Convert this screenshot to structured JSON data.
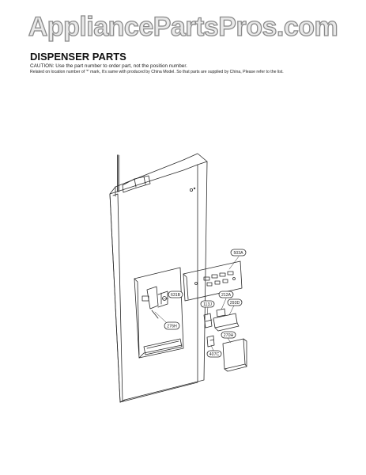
{
  "watermark": "AppliancePartsPros.com",
  "header": {
    "title": "DISPENSER PARTS",
    "caution": "CAUTION: Use the part number to order part, not the position number.",
    "note": "Related on location number of '*' mark, It's same with produced by China Model. So that parts are supplied by China, Please refer to the list."
  },
  "diagram": {
    "callouts": [
      {
        "id": "c-503a",
        "label": "503A"
      },
      {
        "id": "c-212a",
        "label": "212A"
      },
      {
        "id": "c-113j",
        "label": "113J"
      },
      {
        "id": "c-293d",
        "label": "293D"
      },
      {
        "id": "c-631b",
        "label": "631B"
      },
      {
        "id": "c-276h",
        "label": "276H"
      },
      {
        "id": "c-270h",
        "label": "270H"
      },
      {
        "id": "c-407c",
        "label": "407C"
      }
    ]
  },
  "colors": {
    "line": "#2a2a2a",
    "watermark_fill": "#e9e9e9",
    "watermark_stroke": "#8a8a8a"
  }
}
